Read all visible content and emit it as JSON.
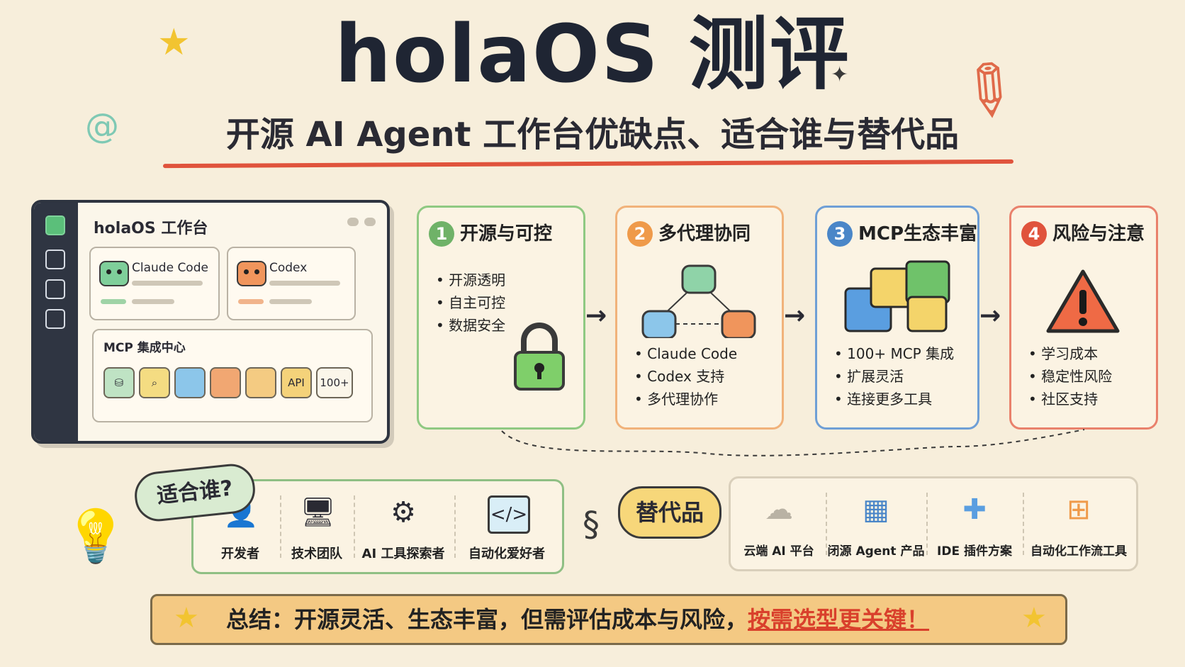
{
  "title": "holaOS 测评",
  "subtitle": "开源 AI Agent 工作台优缺点、适合谁与替代品",
  "workbench": {
    "title": "holaOS 工作台",
    "agents": [
      {
        "name": "Claude Code",
        "color": "#7fcf9a"
      },
      {
        "name": "Codex",
        "color": "#f0955c"
      }
    ],
    "mcp_title": "MCP 集成中心",
    "mcp_tiles": [
      {
        "label": "⛁",
        "color": "#bfe3c4"
      },
      {
        "label": "⌕",
        "color": "#f4dc82"
      },
      {
        "label": "",
        "color": "#8cc6ea"
      },
      {
        "label": "",
        "color": "#f1a772"
      },
      {
        "label": "",
        "color": "#f4cb82"
      },
      {
        "label": "API",
        "color": "#f4d27a"
      },
      {
        "label": "100+",
        "color": "#fbf6ea"
      }
    ]
  },
  "cards": [
    {
      "num": "1",
      "title": "开源与可控",
      "color": "#6fb268",
      "items": [
        "开源透明",
        "自主可控",
        "数据安全"
      ],
      "icon": "lock-icon"
    },
    {
      "num": "2",
      "title": "多代理协同",
      "color": "#ef9a4a",
      "items": [
        "Claude Code",
        "Codex 支持",
        "多代理协作"
      ],
      "icon": "robots-icon"
    },
    {
      "num": "3",
      "title": "MCP生态丰富",
      "color": "#4a86c8",
      "items": [
        "100+ MCP 集成",
        "扩展灵活",
        "连接更多工具"
      ],
      "icon": "puzzle-icon"
    },
    {
      "num": "4",
      "title": "风险与注意",
      "color": "#e0533c",
      "items": [
        "学习成本",
        "稳定性风险",
        "社区支持"
      ],
      "icon": "warning-icon"
    }
  ],
  "suits": {
    "label": "适合谁?",
    "items": [
      {
        "label": "开发者",
        "icon": "developer-icon",
        "glyph": "👤"
      },
      {
        "label": "技术团队",
        "icon": "computer-icon",
        "glyph": "🖥"
      },
      {
        "label": "AI 工具探索者",
        "icon": "gear-icon",
        "glyph": "⚙"
      },
      {
        "label": "自动化爱好者",
        "icon": "code-window-icon",
        "glyph": "</>"
      }
    ]
  },
  "alternatives": {
    "label": "替代品",
    "items": [
      {
        "label": "云端 AI 平台",
        "icon": "cloud-icon",
        "glyph": "☁"
      },
      {
        "label": "闭源 Agent 产品",
        "icon": "grid-icon",
        "glyph": "▦"
      },
      {
        "label": "IDE 插件方案",
        "icon": "puzzle-piece-icon",
        "glyph": "✚"
      },
      {
        "label": "自动化工作流工具",
        "icon": "workflow-icon",
        "glyph": "⊞"
      }
    ]
  },
  "summary": {
    "prefix": "总结：开源灵活、生态丰富，但需评估成本与风险，",
    "highlight": "按需选型更关键！"
  }
}
